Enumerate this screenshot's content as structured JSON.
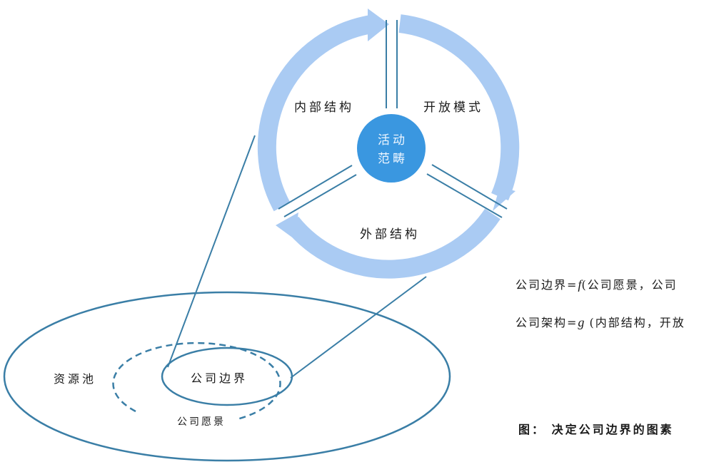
{
  "colors": {
    "arc": "#aacbf3",
    "line": "#3a7ea6",
    "center_fill": "#3a97e0",
    "center_text": "#eef6ff",
    "text": "#1a1a1a"
  },
  "cycle": {
    "center_label_line1": "活动",
    "center_label_line2": "范畴",
    "segments": [
      {
        "label": "内部结构"
      },
      {
        "label": "开放模式"
      },
      {
        "label": "外部结构"
      }
    ]
  },
  "ellipses": {
    "outer_label": "资源池",
    "inner_label": "公司边界",
    "dashed_label": "公司愿景"
  },
  "formulas": {
    "f1_prefix": "公司边界=",
    "f1_func": "f",
    "f1_args": "(公司愿景，公司",
    "f2_prefix": "公司架构=",
    "f2_func": "g",
    "f2_args": " (内部结构，开放"
  },
  "caption": "图： 决定公司边界的图素"
}
